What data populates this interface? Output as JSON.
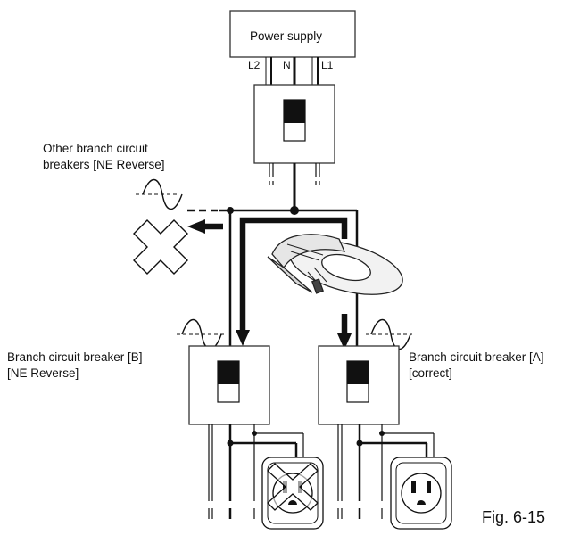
{
  "power_supply": {
    "label": "Power supply",
    "terminals": [
      "L2",
      "N",
      "L1"
    ]
  },
  "other_breakers": {
    "label_line1": "Other branch circuit",
    "label_line2": "breakers [NE Reverse]"
  },
  "breaker_b": {
    "label_line1": "Branch circuit breaker [B]",
    "label_line2": "[NE Reverse]"
  },
  "breaker_a": {
    "label_line1": "Branch circuit breaker [A]",
    "label_line2": "[correct]"
  },
  "figure": {
    "label": "Fig. 6-15"
  },
  "icons": [
    "power-supply-box-icon",
    "main-breaker-icon",
    "clamp-meter-icon",
    "sine-wave-icon",
    "cross-mark-icon",
    "outlet-icon"
  ],
  "colors": {
    "line": "#111111",
    "background": "#ffffff",
    "clamp_fill": "#eeeeee"
  }
}
